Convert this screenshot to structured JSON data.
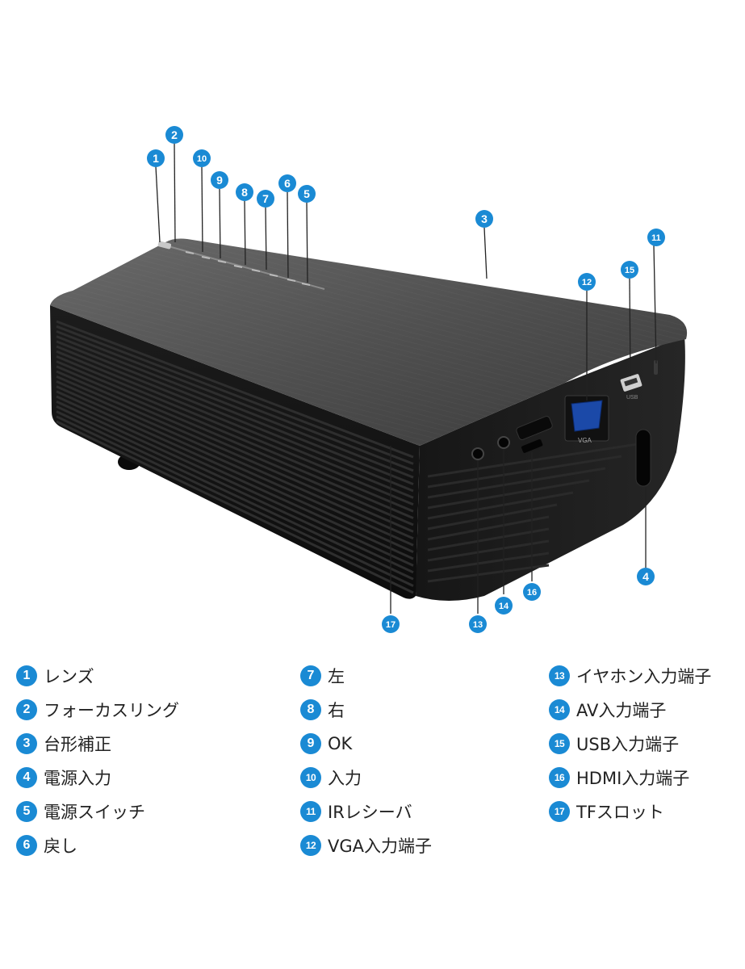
{
  "accent_color": "#1a8ad4",
  "callouts": [
    "1",
    "2",
    "3",
    "4",
    "5",
    "6",
    "7",
    "8",
    "9",
    "10",
    "11",
    "12",
    "13",
    "14",
    "15",
    "16",
    "17"
  ],
  "port_labels": {
    "vga": "VGA",
    "usb": "USB"
  },
  "legend": [
    {
      "num": "1",
      "label": "レンズ"
    },
    {
      "num": "2",
      "label": "フォーカスリング"
    },
    {
      "num": "3",
      "label": "台形補正"
    },
    {
      "num": "4",
      "label": "電源入力"
    },
    {
      "num": "5",
      "label": "電源スイッチ"
    },
    {
      "num": "6",
      "label": "戻し"
    },
    {
      "num": "7",
      "label": "左"
    },
    {
      "num": "8",
      "label": "右"
    },
    {
      "num": "9",
      "label": "OK"
    },
    {
      "num": "10",
      "label": "入力"
    },
    {
      "num": "11",
      "label": "IRレシーバ"
    },
    {
      "num": "12",
      "label": "VGA入力端子"
    },
    {
      "num": "13",
      "label": "イヤホン入力端子"
    },
    {
      "num": "14",
      "label": "AV入力端子"
    },
    {
      "num": "15",
      "label": "USB入力端子"
    },
    {
      "num": "16",
      "label": "HDMI入力端子"
    },
    {
      "num": "17",
      "label": "TFスロット"
    }
  ]
}
